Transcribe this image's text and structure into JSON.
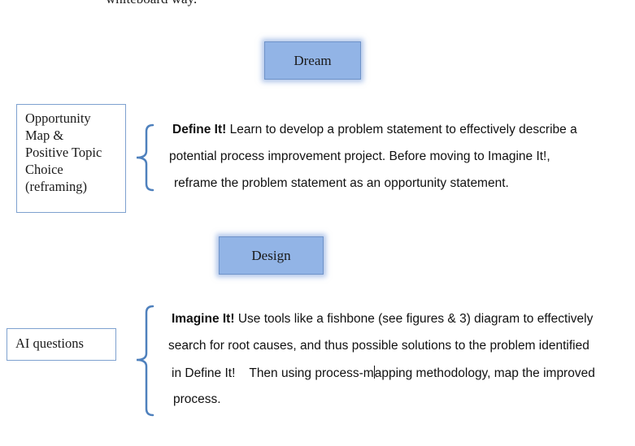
{
  "top_fragment": "whiteboard way.",
  "stages": {
    "dream": "Dream",
    "design": "Design"
  },
  "side_boxes": {
    "opportunity_lines": [
      "Opportunity",
      "Map &",
      "Positive Topic",
      "Choice",
      "(reframing)"
    ],
    "ai_questions": "AI questions"
  },
  "define_it": {
    "heading": "Define It!",
    "line1": " Learn to develop a problem statement to effectively describe a",
    "line2": "potential process improvement project. Before moving to Imagine It!,",
    "line3": "reframe the problem statement as an opportunity statement."
  },
  "imagine_it": {
    "heading": "Imagine It!",
    "line1": " Use tools like a fishbone (see figures & 3) diagram to effectively",
    "line2": "search for root causes, and thus possible solutions to the problem identified",
    "line3_before_cursor": "in Define It!    Then using process-m",
    "line3_after_cursor": "apping methodology, map the improved",
    "line4": "process."
  },
  "colors": {
    "stage_fill": "#92b4e6",
    "stage_glow": "#6e96d7",
    "box_border": "#7ea1cf",
    "brace": "#4f81bd"
  }
}
